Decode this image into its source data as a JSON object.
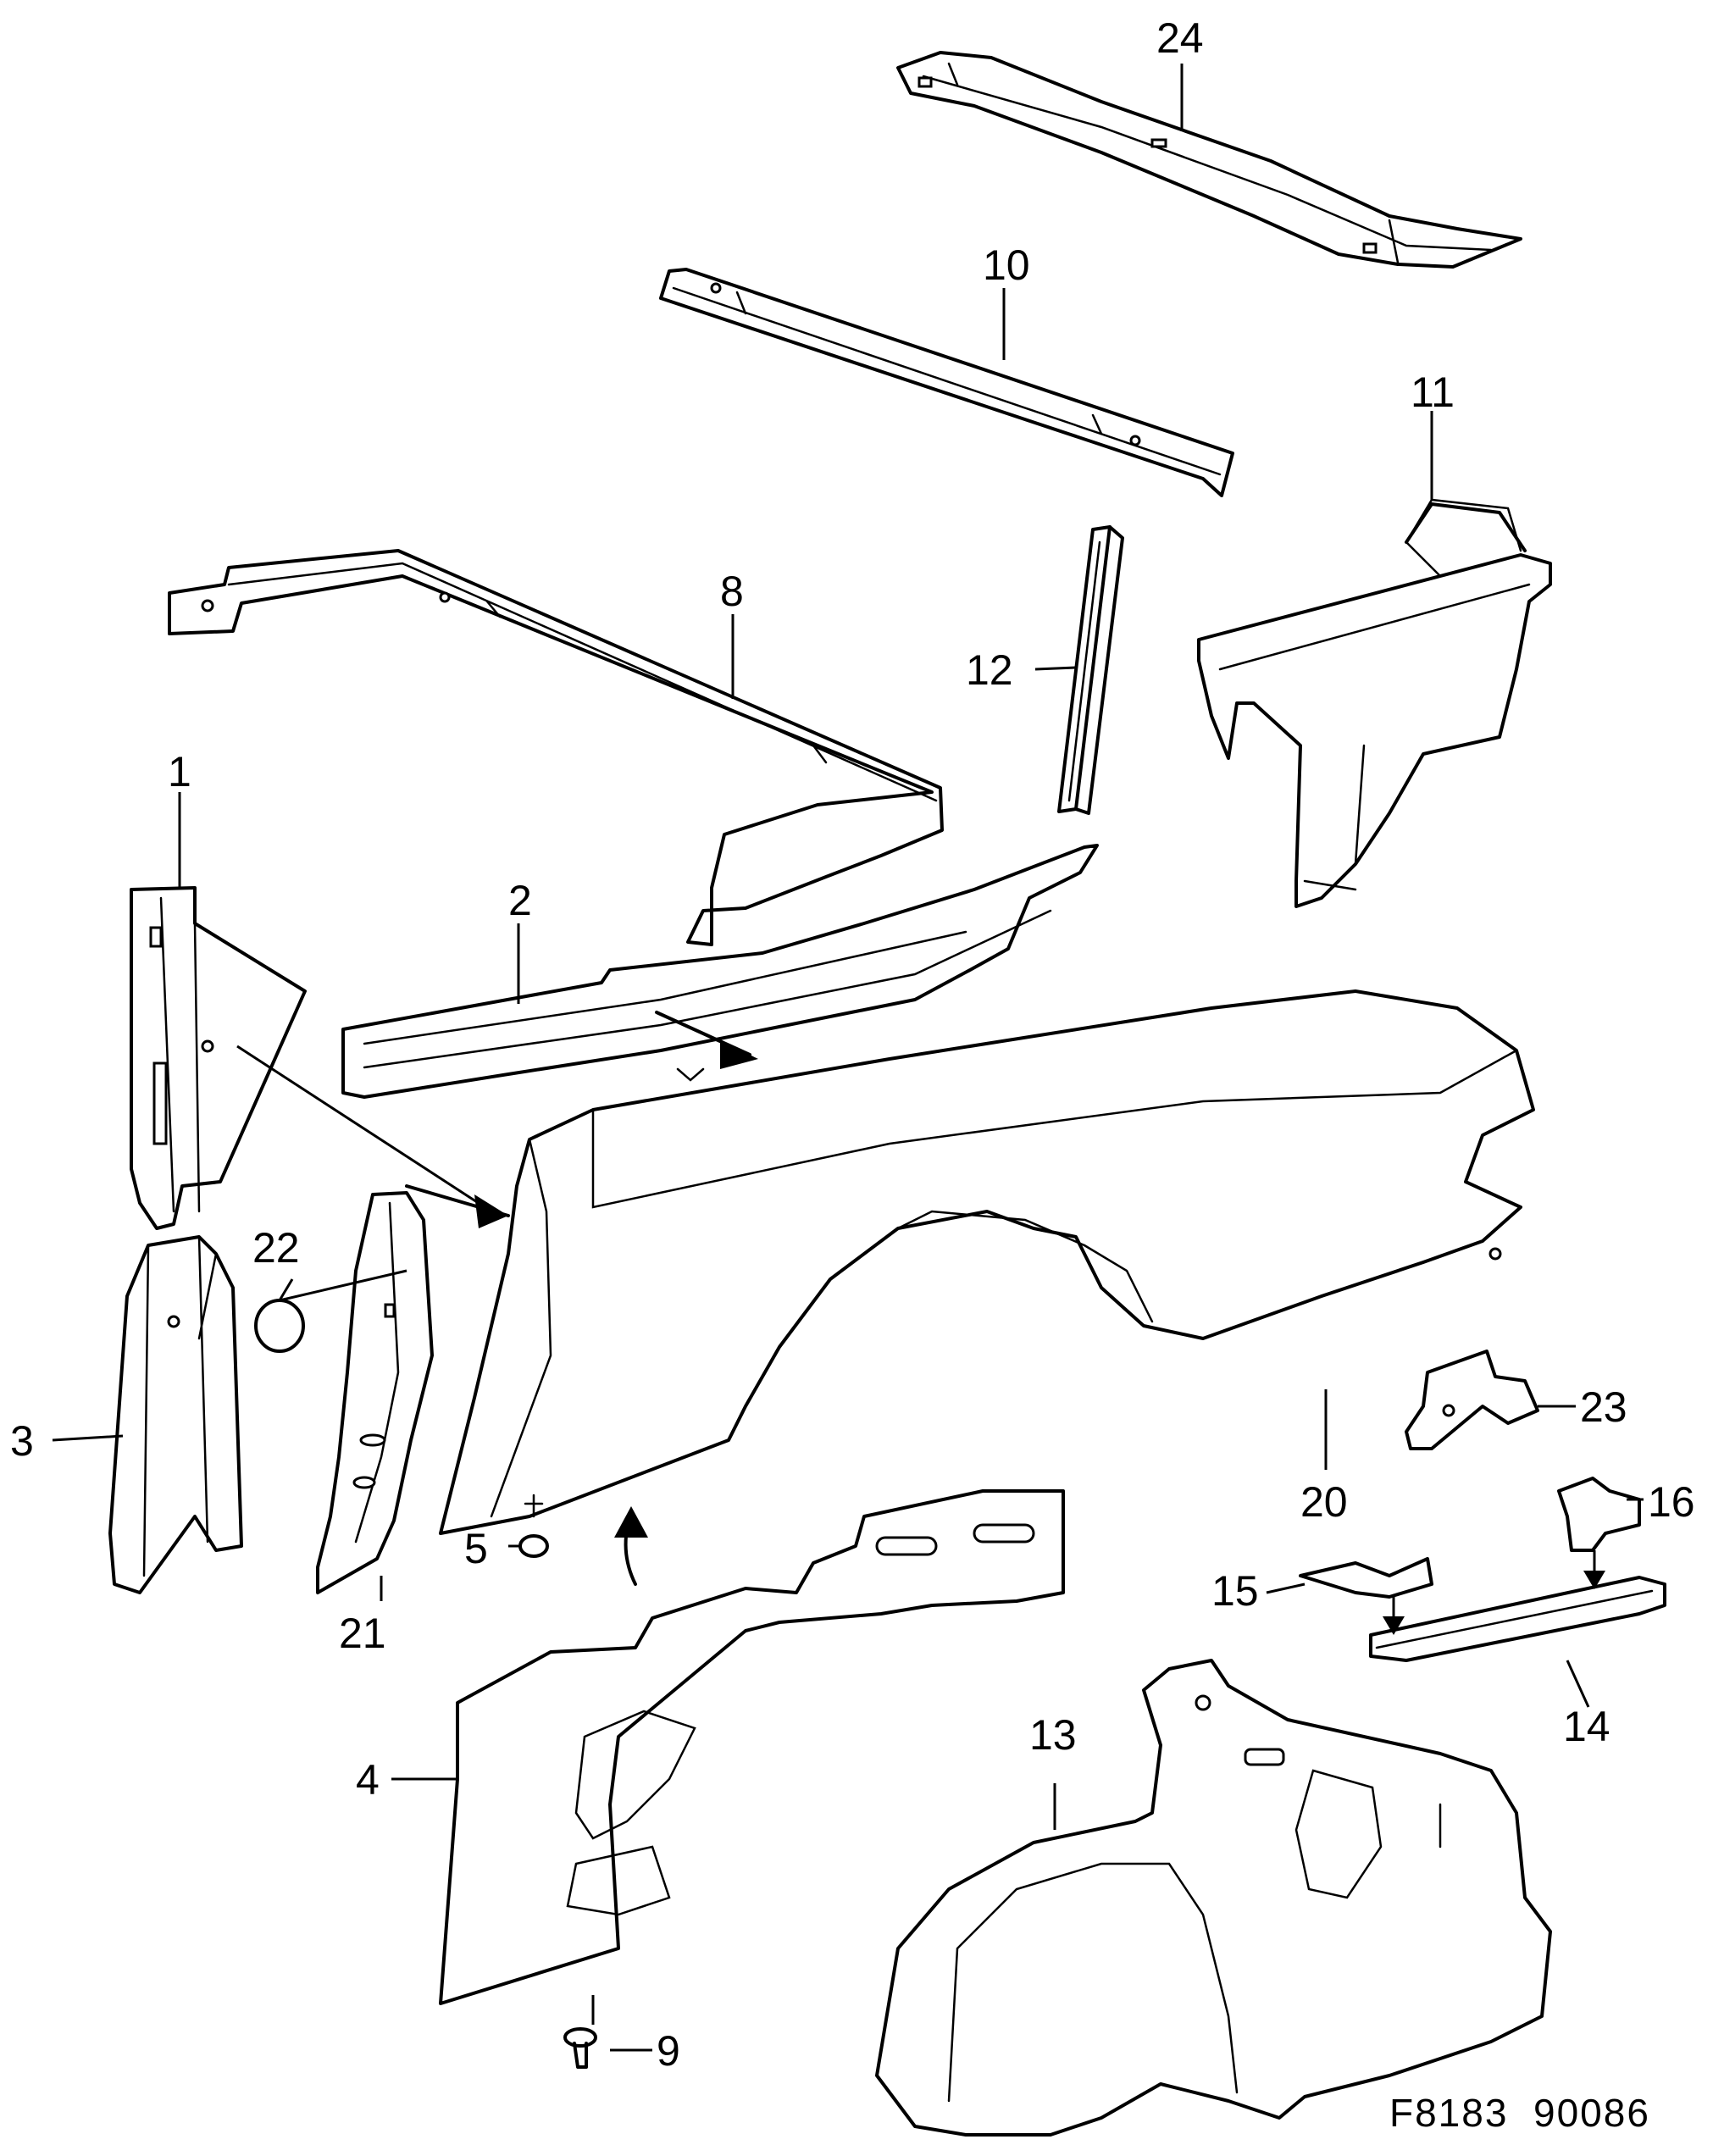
{
  "callouts": {
    "c1": "1",
    "c2": "2",
    "c3": "3",
    "c4": "4",
    "c5": "5",
    "c8": "8",
    "c9": "9",
    "c10": "10",
    "c11": "11",
    "c12": "12",
    "c13": "13",
    "c14": "14",
    "c15": "15",
    "c16": "16",
    "c20": "20",
    "c21": "21",
    "c22": "22",
    "c23": "23",
    "c24": "24"
  },
  "figure_code": "F8183  90086"
}
